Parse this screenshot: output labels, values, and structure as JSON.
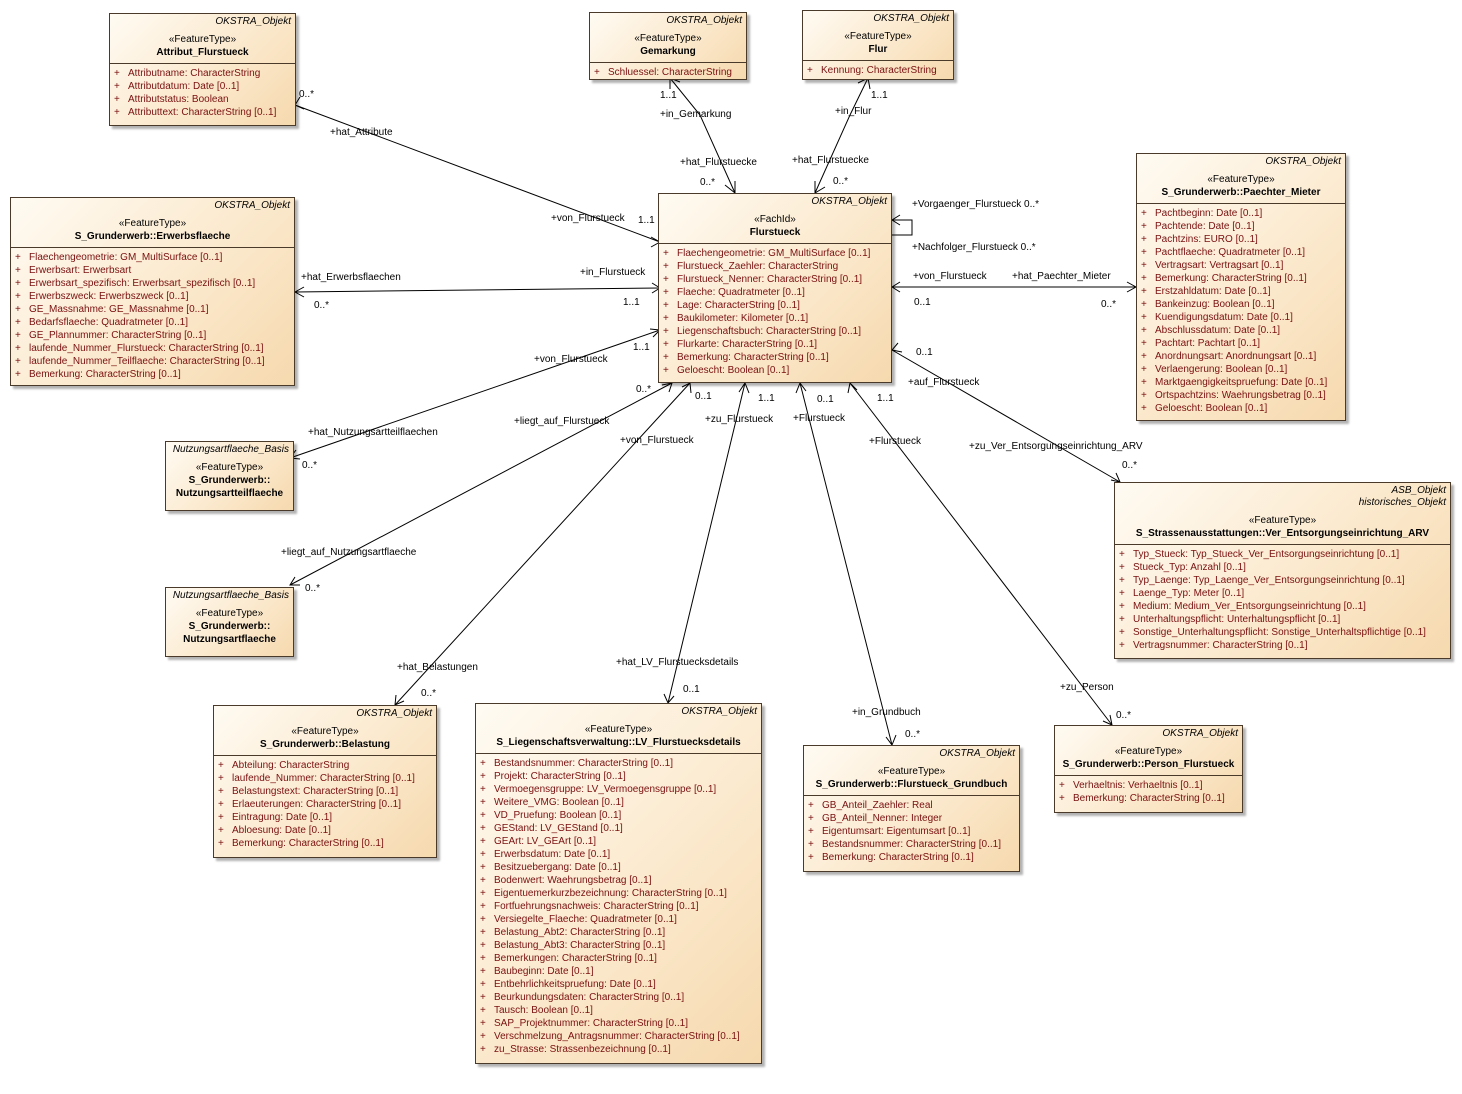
{
  "classes": {
    "attribut_flurstueck": {
      "parents": [
        "OKSTRA_Objekt"
      ],
      "stereotype": "«FeatureType»",
      "name": "Attribut_Flurstueck",
      "attributes": [
        "Attributname: CharacterString",
        "Attributdatum: Date [0..1]",
        "Attributstatus: Boolean",
        "Attributtext: CharacterString [0..1]"
      ]
    },
    "gemarkung": {
      "parents": [
        "OKSTRA_Objekt"
      ],
      "stereotype": "«FeatureType»",
      "name": "Gemarkung",
      "attributes": [
        "Schluessel: CharacterString"
      ]
    },
    "flur": {
      "parents": [
        "OKSTRA_Objekt"
      ],
      "stereotype": "«FeatureType»",
      "name": "Flur",
      "attributes": [
        "Kennung: CharacterString"
      ]
    },
    "erwerbsflaeche": {
      "parents": [
        "OKSTRA_Objekt"
      ],
      "stereotype": "«FeatureType»",
      "name": "S_Grunderwerb::Erwerbsflaeche",
      "attributes": [
        "Flaechengeometrie: GM_MultiSurface [0..1]",
        "Erwerbsart: Erwerbsart",
        "Erwerbsart_spezifisch: Erwerbsart_spezifisch [0..1]",
        "Erwerbszweck: Erwerbszweck [0..1]",
        "GE_Massnahme: GE_Massnahme [0..1]",
        "Bedarfsflaeche: Quadratmeter [0..1]",
        "GE_Plannummer: CharacterString [0..1]",
        "laufende_Nummer_Flurstueck: CharacterString [0..1]",
        "laufende_Nummer_Teilflaeche: CharacterString [0..1]",
        "Bemerkung: CharacterString [0..1]"
      ]
    },
    "flurstueck": {
      "parents": [
        "OKSTRA_Objekt"
      ],
      "stereotype": "«FachId»",
      "name": "Flurstueck",
      "attributes": [
        "Flaechengeometrie: GM_MultiSurface [0..1]",
        "Flurstueck_Zaehler: CharacterString",
        "Flurstueck_Nenner: CharacterString [0..1]",
        "Flaeche: Quadratmeter [0..1]",
        "Lage: CharacterString [0..1]",
        "Baukilometer: Kilometer [0..1]",
        "Liegenschaftsbuch: CharacterString [0..1]",
        "Flurkarte: CharacterString [0..1]",
        "Bemerkung: CharacterString [0..1]",
        "Geloescht: Boolean [0..1]"
      ]
    },
    "paechter_mieter": {
      "parents": [
        "OKSTRA_Objekt"
      ],
      "stereotype": "«FeatureType»",
      "name": "S_Grunderwerb::Paechter_Mieter",
      "attributes": [
        "Pachtbeginn: Date [0..1]",
        "Pachtende: Date [0..1]",
        "Pachtzins: EURO [0..1]",
        "Pachtflaeche: Quadratmeter [0..1]",
        "Vertragsart: Vertragsart [0..1]",
        "Bemerkung: CharacterString [0..1]",
        "Erstzahldatum: Date [0..1]",
        "Bankeinzug: Boolean [0..1]",
        "Kuendigungsdatum: Date [0..1]",
        "Abschlussdatum: Date [0..1]",
        "Pachtart: Pachtart [0..1]",
        "Anordnungsart: Anordnungsart [0..1]",
        "Verlaengerung: Boolean [0..1]",
        "Marktgaengigkeitspruefung: Date [0..1]",
        "Ortspachtzins: Waehrungsbetrag [0..1]",
        "Geloescht: Boolean [0..1]"
      ]
    },
    "nutzungsartteilflaeche": {
      "parents": [
        "Nutzungsartflaeche_Basis"
      ],
      "stereotype": "«FeatureType»",
      "name_lines": [
        "S_Grunderwerb::",
        "Nutzungsartteilflaeche"
      ],
      "attributes": []
    },
    "nutzungsartflaeche": {
      "parents": [
        "Nutzungsartflaeche_Basis"
      ],
      "stereotype": "«FeatureType»",
      "name_lines": [
        "S_Grunderwerb::",
        "Nutzungsartflaeche"
      ],
      "attributes": []
    },
    "arv": {
      "parents": [
        "ASB_Objekt",
        "historisches_Objekt"
      ],
      "stereotype": "«FeatureType»",
      "name": "S_Strassenausstattungen::Ver_Entsorgungseinrichtung_ARV",
      "attributes": [
        "Typ_Stueck: Typ_Stueck_Ver_Entsorgungseinrichtung [0..1]",
        "Stueck_Typ: Anzahl [0..1]",
        "Typ_Laenge: Typ_Laenge_Ver_Entsorgungseinrichtung [0..1]",
        "Laenge_Typ: Meter [0..1]",
        "Medium: Medium_Ver_Entsorgungseinrichtung [0..1]",
        "Unterhaltungspflicht: Unterhaltungspflicht [0..1]",
        "Sonstige_Unterhaltungspflicht: Sonstige_Unterhaltspflichtige [0..1]",
        "Vertragsnummer: CharacterString [0..1]"
      ]
    },
    "belastung": {
      "parents": [
        "OKSTRA_Objekt"
      ],
      "stereotype": "«FeatureType»",
      "name": "S_Grunderwerb::Belastung",
      "attributes": [
        "Abteilung: CharacterString",
        "laufende_Nummer: CharacterString [0..1]",
        "Belastungstext: CharacterString [0..1]",
        "Erlaeuterungen: CharacterString [0..1]",
        "Eintragung: Date [0..1]",
        "Abloesung: Date [0..1]",
        "Bemerkung: CharacterString [0..1]"
      ]
    },
    "lv_flurstuecksdetails": {
      "parents": [
        "OKSTRA_Objekt"
      ],
      "stereotype": "«FeatureType»",
      "name": "S_Liegenschaftsverwaltung::LV_Flurstuecksdetails",
      "attributes": [
        "Bestandsnummer: CharacterString [0..1]",
        "Projekt: CharacterString [0..1]",
        "Vermoegensgruppe: LV_Vermoegensgruppe [0..1]",
        "Weitere_VMG: Boolean [0..1]",
        "VD_Pruefung: Boolean [0..1]",
        "GEStand: LV_GEStand [0..1]",
        "GEArt: LV_GEArt [0..1]",
        "Erwerbsdatum: Date [0..1]",
        "Besitzuebergang: Date [0..1]",
        "Bodenwert: Waehrungsbetrag [0..1]",
        "Eigentuemerkurzbezeichnung: CharacterString [0..1]",
        "Fortfuehrungsnachweis: CharacterString [0..1]",
        "Versiegelte_Flaeche: Quadratmeter [0..1]",
        "Belastung_Abt2: CharacterString [0..1]",
        "Belastung_Abt3: CharacterString [0..1]",
        "Bemerkungen: CharacterString [0..1]",
        "Baubeginn: Date [0..1]",
        "Entbehrlichkeitspruefung: Date [0..1]",
        "Beurkundungsdaten: CharacterString [0..1]",
        "Tausch: Boolean [0..1]",
        "SAP_Projektnummer: CharacterString [0..1]",
        "Verschmelzung_Antragsnummer: CharacterString [0..1]",
        "zu_Strasse: Strassenbezeichnung [0..1]"
      ]
    },
    "flurstueck_grundbuch": {
      "parents": [
        "OKSTRA_Objekt"
      ],
      "stereotype": "«FeatureType»",
      "name": "S_Grunderwerb::Flurstueck_Grundbuch",
      "attributes": [
        "GB_Anteil_Zaehler: Real",
        "GB_Anteil_Nenner: Integer",
        "Eigentumsart: Eigentumsart [0..1]",
        "Bestandsnummer: CharacterString [0..1]",
        "Bemerkung: CharacterString [0..1]"
      ]
    },
    "person_flurstueck": {
      "parents": [
        "OKSTRA_Objekt"
      ],
      "stereotype": "«FeatureType»",
      "name": "S_Grunderwerb::Person_Flurstueck",
      "attributes": [
        "Verhaeltnis: Verhaeltnis [0..1]",
        "Bemerkung: CharacterString [0..1]"
      ]
    }
  },
  "edge_labels": {
    "attr_far_mult": "0..*",
    "attr_far_role": "+hat_Attribute",
    "attr_near_role": "+von_Flurstueck",
    "attr_near_mult": "1..1",
    "gem_far_mult": "1..1",
    "gem_far_role": "+in_Gemarkung",
    "gem_near_role": "+hat_Flurstuecke",
    "gem_near_mult": "0..*",
    "flur_far_mult": "1..1",
    "flur_far_role": "+in_Flur",
    "flur_near_role": "+hat_Flurstuecke",
    "flur_near_mult": "0..*",
    "self_vorg": "+Vorgaenger_Flurstueck 0..*",
    "self_nachf": "+Nachfolger_Flurstueck 0..*",
    "erw_far_role": "+hat_Erwerbsflaechen",
    "erw_far_mult": "0..*",
    "erw_near_role": "+in_Flurstueck",
    "erw_near_mult": "1..1",
    "pm_near_role": "+von_Flurstueck",
    "pm_near_mult": "0..1",
    "pm_far_role": "+hat_Paechter_Mieter",
    "pm_far_mult": "0..*",
    "nt_near_role": "+von_Flurstueck",
    "nt_near_mult": "1..1",
    "nt_far_role": "+hat_Nutzungsartteilflaechen",
    "nt_far_mult": "0..*",
    "na_near_mult": "0..*",
    "na_near_role": "+liegt_auf_Flurstueck",
    "na_far_role": "+liegt_auf_Nutzungsartflaeche",
    "na_far_mult": "0..*",
    "bel_near_role": "+von_Flurstueck",
    "bel_near_mult": "0..1",
    "bel_far_role": "+hat_Belastungen",
    "bel_far_mult": "0..*",
    "lv_near_role": "+zu_Flurstueck",
    "lv_near_mult": "1..1",
    "lv_far_role": "+hat_LV_Flurstuecksdetails",
    "lv_far_mult": "0..1",
    "gb_near_mult": "0..1",
    "gb_near_role": "+Flurstueck",
    "gb_far_role": "+in_Grundbuch",
    "gb_far_mult": "0..*",
    "pf_near_mult": "1..1",
    "pf_near_role": "+Flurstueck",
    "pf_far_role": "+zu_Person",
    "pf_far_mult": "0..*",
    "arv_near_mult": "0..1",
    "arv_near_role": "+auf_Flurstueck",
    "arv_far_role": "+zu_Ver_Entsorgungseinrichtung_ARV",
    "arv_far_mult": "0..*"
  }
}
